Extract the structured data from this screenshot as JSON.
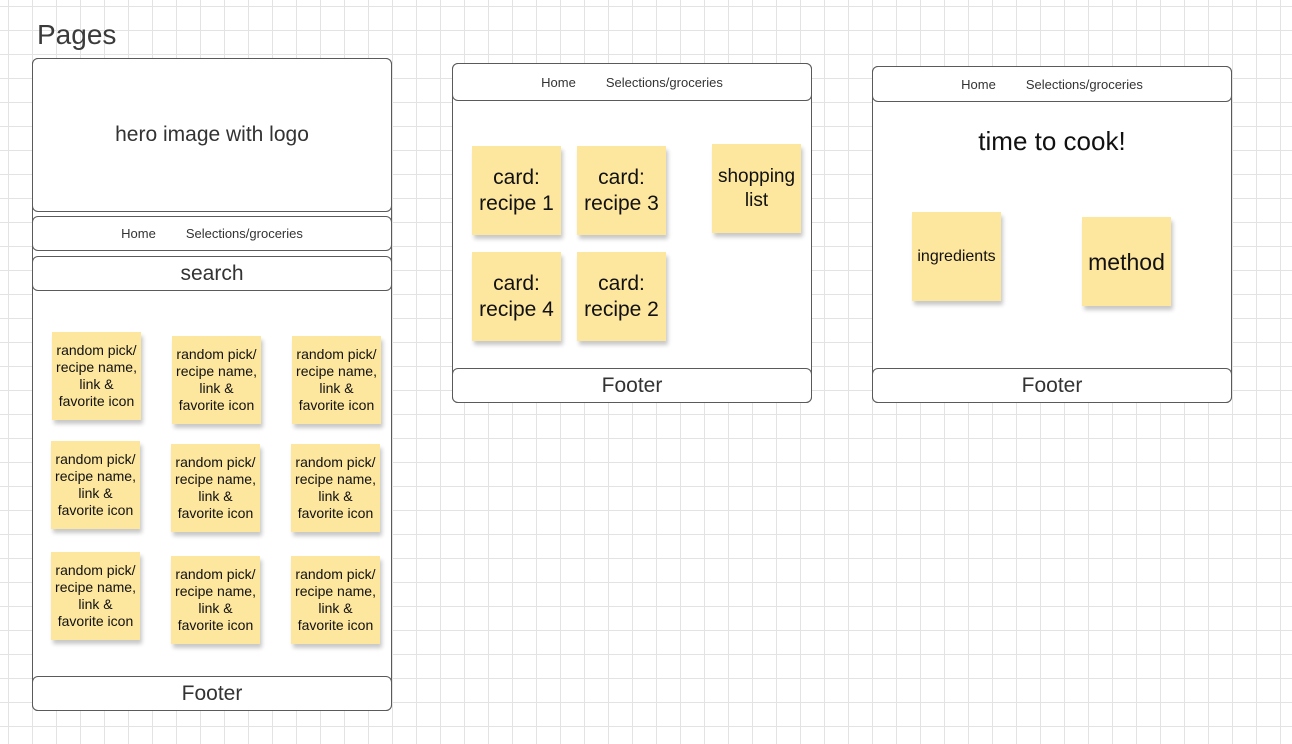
{
  "board_title": "Pages",
  "nav": {
    "home": "Home",
    "selections": "Selections/groceries"
  },
  "page1": {
    "hero": "hero image with logo",
    "search": "search",
    "recipe_note": "random pick/ recipe name, link & favorite icon",
    "footer": "Footer"
  },
  "page2": {
    "cards": [
      "card: recipe 1",
      "card: recipe 3",
      "card: recipe 4",
      "card: recipe 2"
    ],
    "shopping_list": "shopping list",
    "footer": "Footer"
  },
  "page3": {
    "heading": "time to cook!",
    "ingredients": "ingredients",
    "method": "method",
    "footer": "Footer"
  },
  "colors": {
    "sticky_note": "#fde69d",
    "frame_border": "#5a5a5a",
    "grid_line": "#e3e3e3"
  }
}
